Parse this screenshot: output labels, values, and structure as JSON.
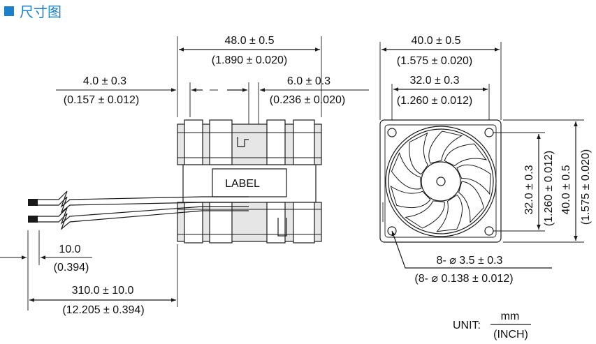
{
  "heading": {
    "title": "尺寸图",
    "accent": "#1b7fc9"
  },
  "side_view": {
    "overall_width": {
      "mm": "48.0 ± 0.5",
      "inch": "(1.890 ±  0.020)"
    },
    "left_offset": {
      "mm": "4.0 ± 0.3",
      "inch": "(0.157 ± 0.012)"
    },
    "right_offset": {
      "mm": "6.0 ± 0.3",
      "inch": "(0.236 ± 0.020)"
    },
    "label_text": "LABEL",
    "strip_length": {
      "mm": "10.0",
      "inch": "(0.394)"
    },
    "lead_length": {
      "mm": "310.0 ± 10.0",
      "inch": "(12.205 ± 0.394)"
    }
  },
  "front_view": {
    "overall_width": {
      "mm": "40.0 ± 0.5",
      "inch": "(1.575 ± 0.020)"
    },
    "hole_spacing": {
      "mm": "32.0 ± 0.3",
      "inch": "(1.260 ± 0.012)"
    },
    "hole_spacing_vertical": {
      "mm": "32.0 ± 0.3",
      "inch": "(1.260 ± 0.012)"
    },
    "overall_height": {
      "mm": "40.0 ± 0.5",
      "inch": "(1.575 ± 0.020)"
    },
    "holes": {
      "mm": "8- ⌀ 3.5 ± 0.3",
      "inch": "(8- ⌀ 0.138 ± 0.012)"
    }
  },
  "units": {
    "prefix": "UNIT:",
    "primary": "mm",
    "secondary": "(INCH)"
  }
}
